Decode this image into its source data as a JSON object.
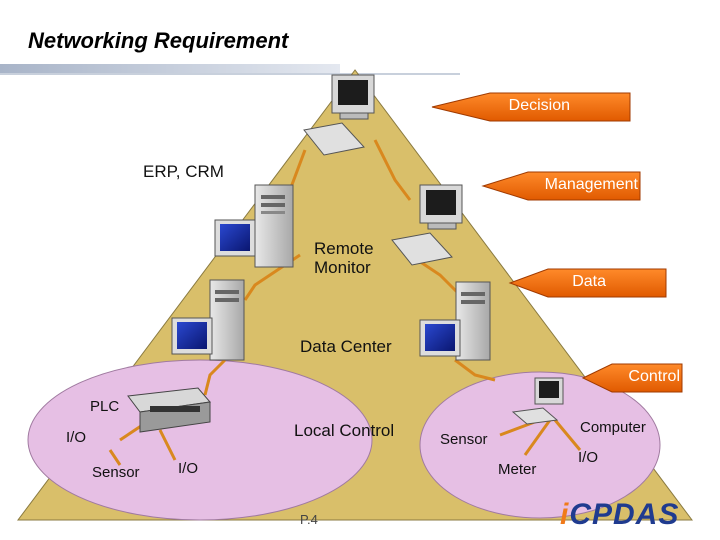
{
  "title": "Networking Requirement",
  "labels": {
    "erp_crm": "ERP, CRM",
    "remote_monitor": "Remote Monitor",
    "data_center": "Data Center",
    "plc": "PLC",
    "local_control": "Local Control",
    "io_left": "I/O",
    "sensor_left": "Sensor",
    "io_left_bottom": "I/O",
    "sensor_right": "Sensor",
    "meter": "Meter",
    "computer": "Computer",
    "io_right": "I/O"
  },
  "arrows": {
    "decision": "Decision",
    "management": "Management",
    "data": "Data",
    "control": "Control"
  },
  "footer": {
    "page": "P.4",
    "logo_i": "i",
    "logo_rest": "CPDAS"
  },
  "colors": {
    "pyramid": "#d9bf6a",
    "ellipse": "#e6bfe4",
    "arrow": "#f06a10",
    "link": "#d9881e"
  },
  "icons": [
    "pc-icon",
    "server-tower-icon",
    "plc-device-icon",
    "keyboard-icon"
  ]
}
